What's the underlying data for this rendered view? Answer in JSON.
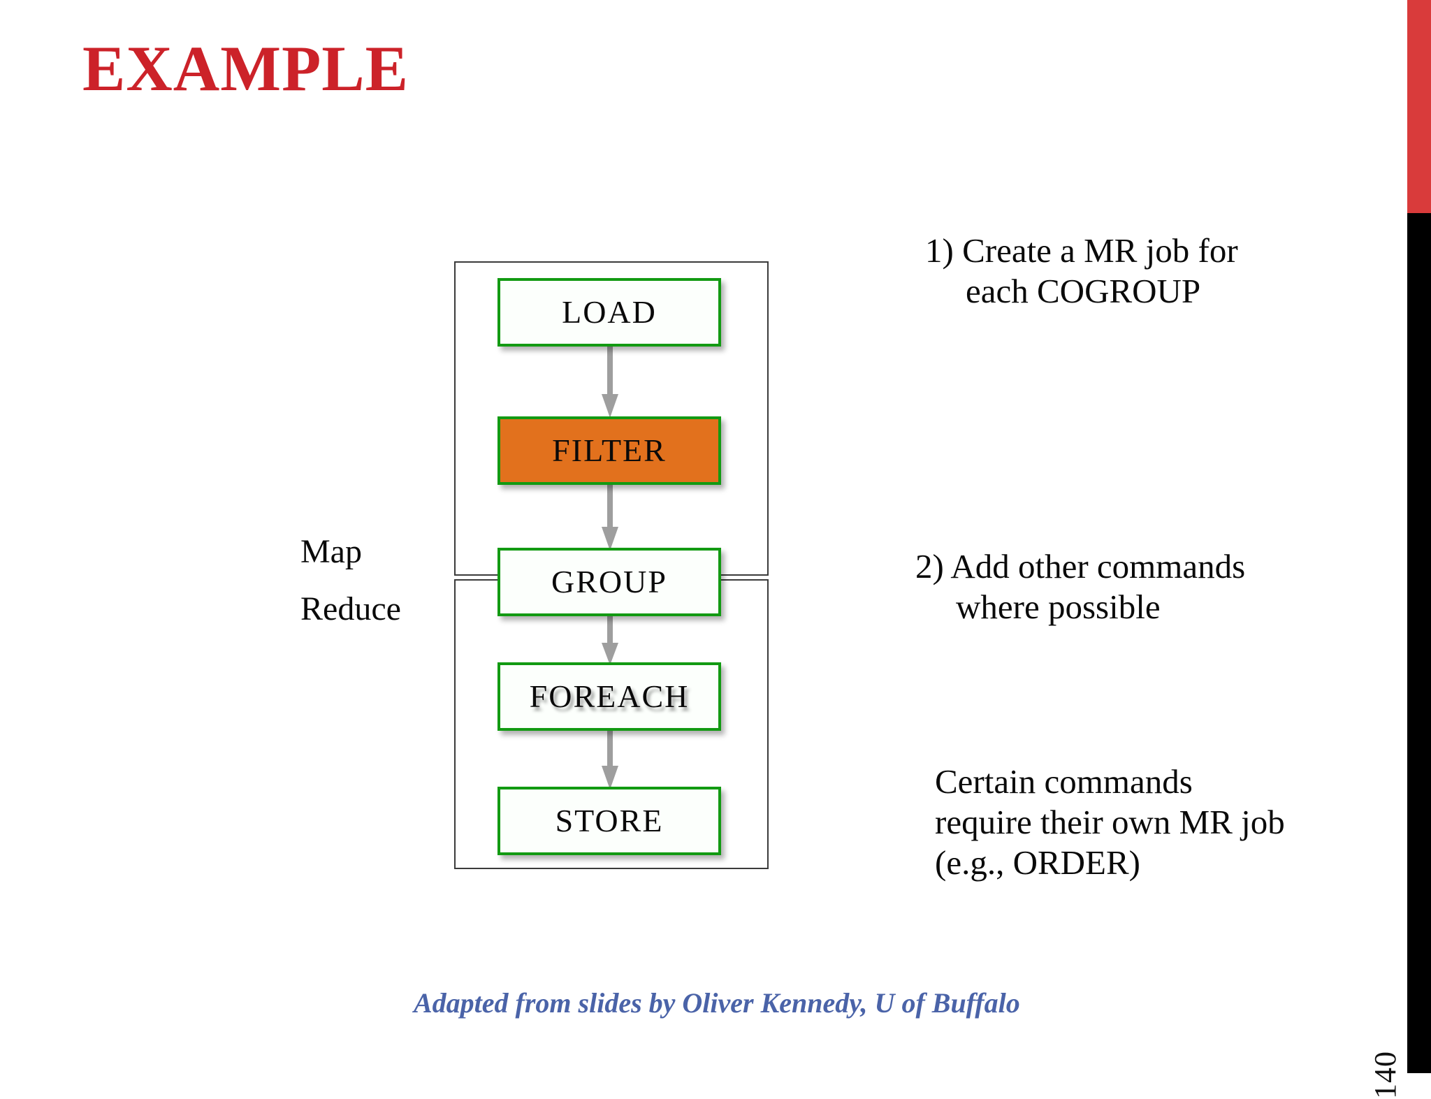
{
  "slide": {
    "title": "EXAMPLE",
    "page_number": "140",
    "title_color": "#CC2229",
    "accent_bar_top_color": "#D93B3B",
    "accent_bar_bottom_color": "#000000"
  },
  "diagram": {
    "region_labels": {
      "map": "Map",
      "reduce": "Reduce"
    },
    "node_border_color": "#129A12",
    "node_highlight_fill": "#E2711D",
    "arrow_color": "#9E9E9E",
    "nodes": [
      {
        "id": "load",
        "label": "LOAD",
        "highlighted": false
      },
      {
        "id": "filter",
        "label": "FILTER",
        "highlighted": true
      },
      {
        "id": "group",
        "label": "GROUP",
        "highlighted": false
      },
      {
        "id": "foreach",
        "label": "FOREACH",
        "highlighted": false
      },
      {
        "id": "store",
        "label": "STORE",
        "highlighted": false
      }
    ]
  },
  "notes": [
    {
      "id": "note-1",
      "lines": [
        "1) Create a MR job for",
        "each COGROUP"
      ]
    },
    {
      "id": "note-2",
      "lines": [
        "2) Add other commands",
        "where possible"
      ]
    },
    {
      "id": "note-3",
      "lines": [
        "Certain commands",
        "require their own MR job",
        "(e.g., ORDER)"
      ]
    }
  ],
  "footer": {
    "credit": "Adapted from slides by Oliver Kennedy, U of Buffalo",
    "credit_color": "#4A63A8"
  }
}
